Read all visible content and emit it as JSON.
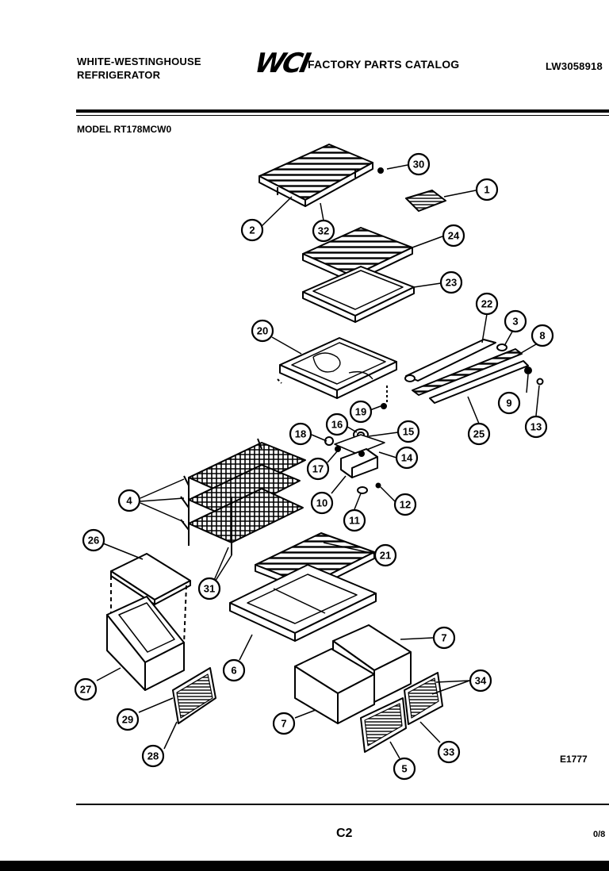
{
  "header": {
    "manufacturer": "WHITE-WESTINGHOUSE",
    "product": "REFRIGERATOR",
    "logo": "WCI",
    "catalog_title": "FACTORY PARTS CATALOG",
    "doc_number": "LW3058918"
  },
  "model": "MODEL RT178MCW0",
  "callouts": [
    {
      "id": "30",
      "label": "30"
    },
    {
      "id": "1",
      "label": "1"
    },
    {
      "id": "2",
      "label": "2"
    },
    {
      "id": "32",
      "label": "32"
    },
    {
      "id": "24",
      "label": "24"
    },
    {
      "id": "23",
      "label": "23"
    },
    {
      "id": "22",
      "label": "22"
    },
    {
      "id": "3",
      "label": "3"
    },
    {
      "id": "8",
      "label": "8"
    },
    {
      "id": "20",
      "label": "20"
    },
    {
      "id": "19",
      "label": "19"
    },
    {
      "id": "9",
      "label": "9"
    },
    {
      "id": "13",
      "label": "13"
    },
    {
      "id": "25",
      "label": "25"
    },
    {
      "id": "16",
      "label": "16"
    },
    {
      "id": "15",
      "label": "15"
    },
    {
      "id": "18",
      "label": "18"
    },
    {
      "id": "14",
      "label": "14"
    },
    {
      "id": "17",
      "label": "17"
    },
    {
      "id": "10",
      "label": "10"
    },
    {
      "id": "12",
      "label": "12"
    },
    {
      "id": "11",
      "label": "11"
    },
    {
      "id": "4",
      "label": "4"
    },
    {
      "id": "26",
      "label": "26"
    },
    {
      "id": "21",
      "label": "21"
    },
    {
      "id": "31",
      "label": "31"
    },
    {
      "id": "6",
      "label": "6"
    },
    {
      "id": "7a",
      "label": "7"
    },
    {
      "id": "27",
      "label": "27"
    },
    {
      "id": "34",
      "label": "34"
    },
    {
      "id": "29",
      "label": "29"
    },
    {
      "id": "7b",
      "label": "7"
    },
    {
      "id": "33",
      "label": "33"
    },
    {
      "id": "28",
      "label": "28"
    },
    {
      "id": "5",
      "label": "5"
    }
  ],
  "diagram_code": "E1777",
  "page_label": "C2",
  "date": "0/8"
}
